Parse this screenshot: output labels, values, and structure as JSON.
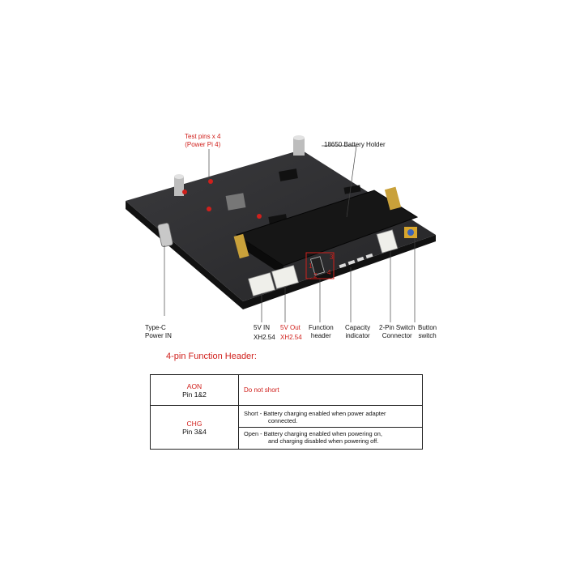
{
  "labels": {
    "test_pins_line1": "Test pins x 4",
    "test_pins_line2": "(Power Pi 4)",
    "battery_holder": "18650 Battery Holder",
    "type_c_line1": "Type-C",
    "type_c_line2": "Power IN",
    "in_line1": "5V IN",
    "in_line2": "XH2.54",
    "out_line1": "5V Out",
    "out_line2": "XH2.54",
    "function_line1": "Function",
    "function_line2": "header",
    "capacity_line1": "Capacity",
    "capacity_line2": "indicator",
    "switch_conn_line1": "2-Pin Switch",
    "switch_conn_line2": "Connector",
    "button_line1": "Button",
    "button_line2": "switch",
    "pin_num_1": "1",
    "pin_num_2": "2",
    "pin_num_3": "3",
    "pin_num_4": "4"
  },
  "header_title": "4-pin Function Header:",
  "table": {
    "aon_name": "AON",
    "aon_pins": "Pin 1&2",
    "aon_desc": "Do not short",
    "chg_name": "CHG",
    "chg_pins": "Pin 3&4",
    "chg_short": "Short - Battery charging enabled when power adapter",
    "chg_short_2": "connected.",
    "chg_open": "Open - Battery charging enabled when powering on,",
    "chg_open_2": "and charging disabled when powering off."
  },
  "colors": {
    "accent": "#d0201c",
    "board": "#2a2a2c",
    "connector": "#efefea"
  }
}
